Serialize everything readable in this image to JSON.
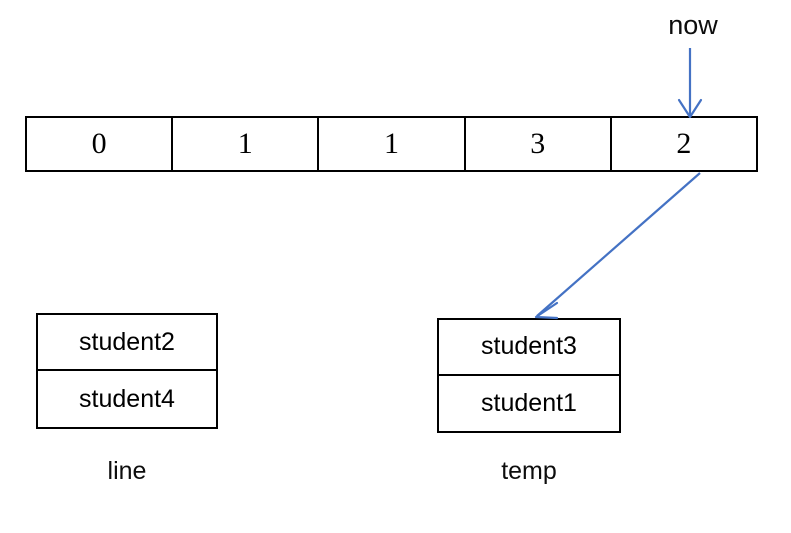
{
  "diagram": {
    "title_text": "now",
    "pointer": {
      "label": "now",
      "target_index": 4
    },
    "array": {
      "name": "array-row",
      "cells": [
        {
          "value": "0"
        },
        {
          "value": "1"
        },
        {
          "value": "1"
        },
        {
          "value": "3"
        },
        {
          "value": "2"
        }
      ]
    },
    "stacks": [
      {
        "id": "line",
        "caption": "line",
        "cells": [
          {
            "value": "student2"
          },
          {
            "value": "student4"
          }
        ]
      },
      {
        "id": "temp",
        "caption": "temp",
        "cells": [
          {
            "value": "student3"
          },
          {
            "value": "student1"
          }
        ]
      }
    ],
    "arrows": [
      {
        "name": "now-pointer-arrow",
        "from": "now-label",
        "to": "array-cell-4",
        "direction": "down"
      },
      {
        "name": "transfer-arrow",
        "from": "array-cell-4",
        "to": "stack-temp",
        "direction": "down-left"
      }
    ],
    "colors": {
      "arrow": "#4472C4",
      "border": "#000000",
      "background": "#FFFFFF",
      "text": "#0D0D0D"
    }
  }
}
